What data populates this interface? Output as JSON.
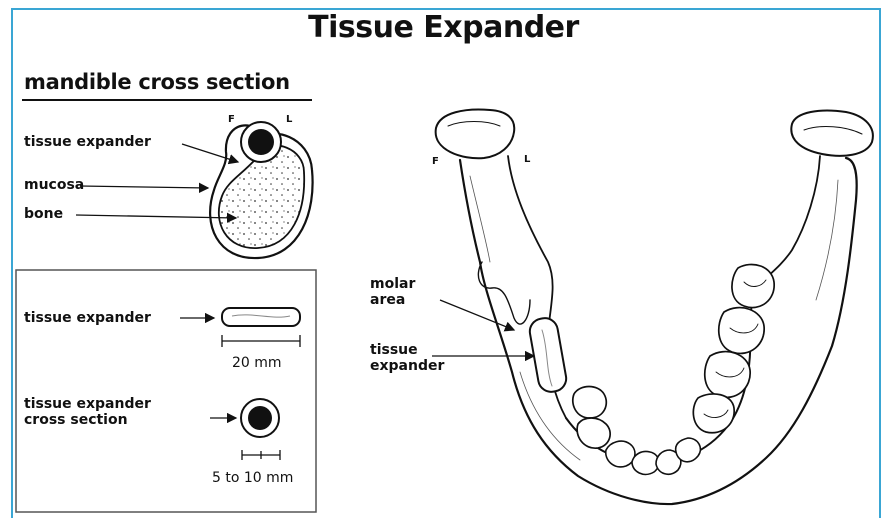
{
  "title": "Tissue Expander",
  "cross_section": {
    "heading": "mandible cross section",
    "tag_f": "F",
    "tag_l": "L",
    "labels": [
      "tissue expander",
      "mucosa",
      "bone"
    ]
  },
  "legend": {
    "expander_label": "tissue expander",
    "length_label": "20 mm",
    "section_label_line1": "tissue expander",
    "section_label_line2": "cross section",
    "diameter_label": "5 to 10 mm"
  },
  "jaw": {
    "tag_f": "F",
    "tag_l": "L",
    "molar_line1": "molar",
    "molar_line2": "area",
    "expander_line1": "tissue",
    "expander_line2": "expander"
  },
  "colors": {
    "border": "#3aa6d4",
    "ink": "#111111"
  }
}
